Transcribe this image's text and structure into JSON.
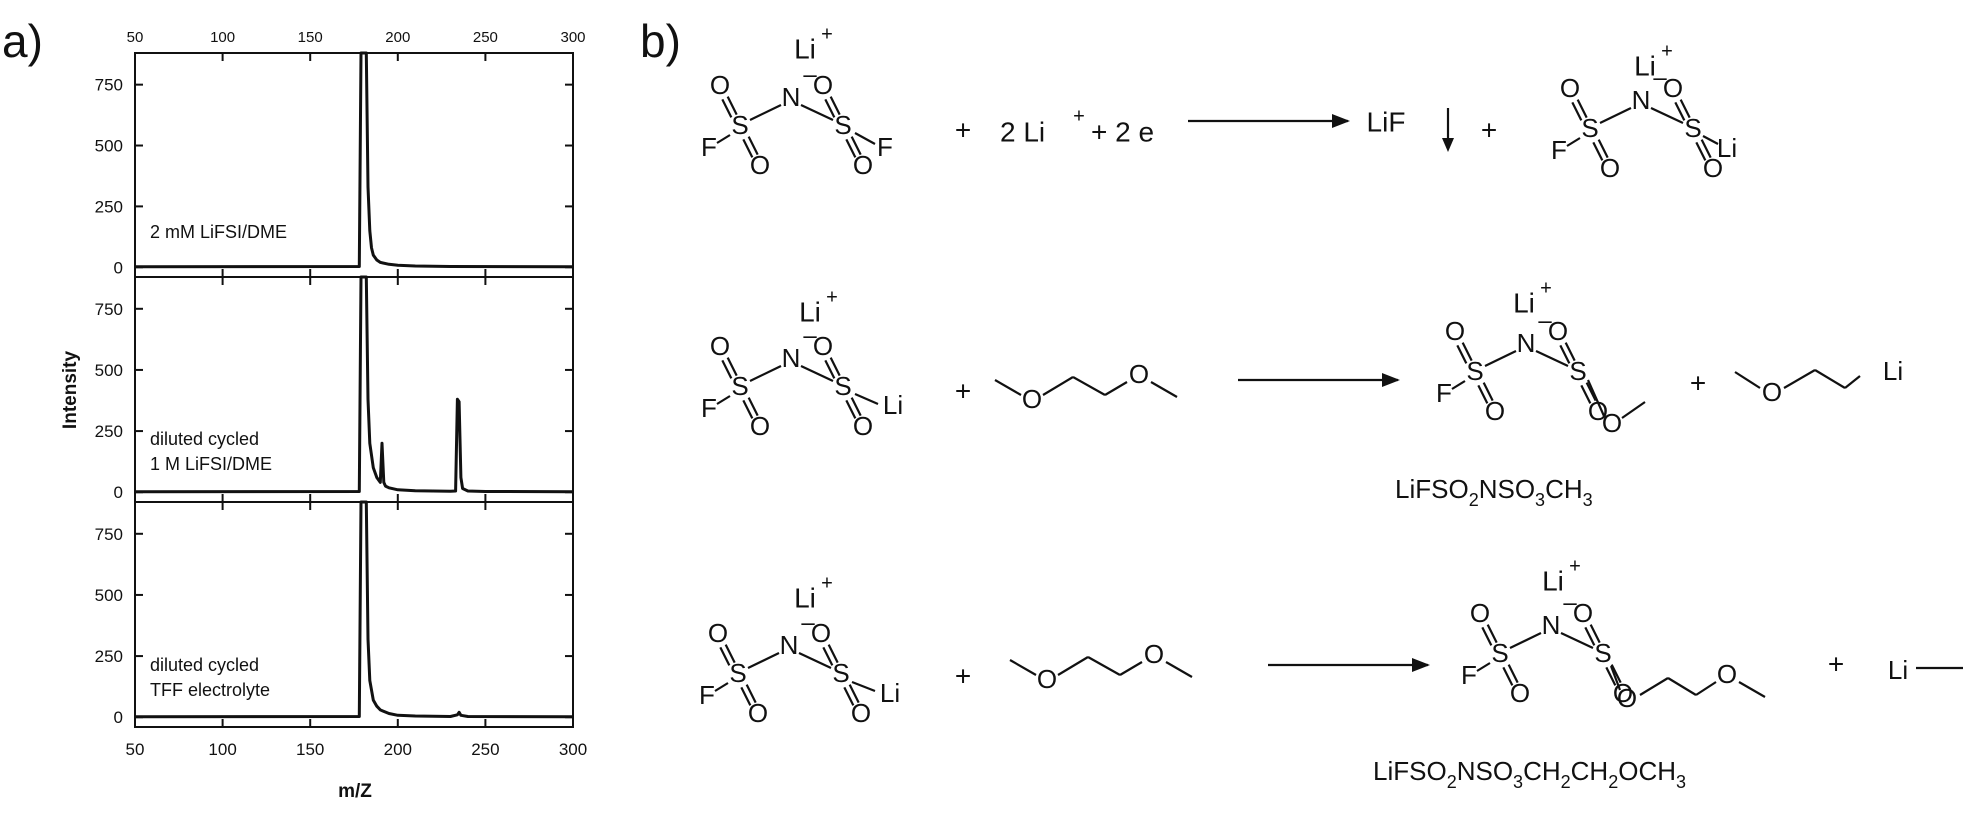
{
  "panels": {
    "a": "a)",
    "b": "b)"
  },
  "chart_data": {
    "type": "line",
    "xlabel": "m/Z",
    "ylabel": "Intensity",
    "xlim": [
      50,
      300
    ],
    "ylim": [
      -40,
      880
    ],
    "xticks": [
      50,
      100,
      150,
      200,
      250,
      300
    ],
    "xtick_labels": [
      "50",
      "100",
      "150",
      "200",
      "250",
      "300"
    ],
    "yticks": [
      0,
      250,
      500,
      750
    ],
    "ytick_labels": [
      "0",
      "250",
      "500",
      "750"
    ],
    "grid": false,
    "subplots": [
      {
        "annotation": [
          "2 mM LiFSI/DME"
        ],
        "series": [
          {
            "x": [
              50,
              178,
              179,
              180,
              181,
              182,
              183,
              184,
              185,
              186,
              188,
              190,
              195,
              200,
              210,
              230,
              300
            ],
            "y": [
              2,
              3,
              880,
              880,
              880,
              880,
              330,
              150,
              80,
              50,
              30,
              20,
              12,
              8,
              5,
              3,
              2
            ]
          }
        ]
      },
      {
        "annotation": [
          "diluted cycled",
          "1 M LiFSI/DME"
        ],
        "series": [
          {
            "x": [
              50,
              178,
              179,
              180,
              181,
              182,
              183,
              184,
              186,
              188,
              190,
              191,
              192,
              193,
              195,
              200,
              210,
              230,
              233,
              234,
              235,
              236,
              237,
              240,
              250,
              300
            ],
            "y": [
              2,
              3,
              880,
              880,
              880,
              880,
              380,
              200,
              100,
              60,
              40,
              200,
              40,
              25,
              18,
              10,
              6,
              4,
              5,
              380,
              370,
              60,
              15,
              5,
              3,
              2
            ]
          }
        ]
      },
      {
        "annotation": [
          "diluted cycled",
          "TFF electrolyte"
        ],
        "series": [
          {
            "x": [
              50,
              178,
              179,
              180,
              181,
              182,
              183,
              184,
              186,
              188,
              190,
              195,
              200,
              210,
              230,
              234,
              235,
              236,
              240,
              300
            ],
            "y": [
              2,
              3,
              880,
              880,
              880,
              880,
              320,
              150,
              70,
              45,
              30,
              15,
              8,
              5,
              3,
              10,
              20,
              8,
              3,
              2
            ]
          }
        ]
      }
    ]
  },
  "reactions": {
    "li_plus": "Li",
    "plus_sign": "+",
    "minus_sign": "–",
    "r1": {
      "electrons": [
        "2 Li",
        "+ 2 e"
      ],
      "product1": "LiF",
      "product2_end": "Li"
    },
    "r2": {
      "reactant_end": "Li",
      "product_formula": [
        "LiFSO",
        "2",
        "NSO",
        "3",
        "CH",
        "3"
      ],
      "byproduct_end": "Li"
    },
    "r3": {
      "reactant_end": "Li",
      "product_formula": [
        "LiFSO",
        "2",
        "NSO",
        "3",
        "CH",
        "2",
        "CH",
        "2",
        "OCH",
        "3"
      ],
      "byproduct": "Li"
    },
    "atoms": {
      "S": "S",
      "O": "O",
      "N": "N",
      "F": "F"
    }
  }
}
